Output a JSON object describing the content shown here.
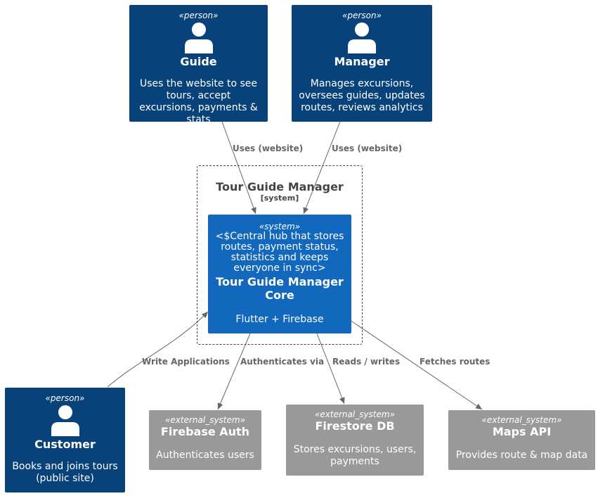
{
  "boundary": {
    "title": "Tour Guide Manager",
    "subtitle": "[system]"
  },
  "persons": [
    {
      "stereotype": "«person»",
      "name": "Guide",
      "description": "Uses the website to see tours, accept excursions, payments & stats"
    },
    {
      "stereotype": "«person»",
      "name": "Manager",
      "description": "Manages excursions, oversees guides, updates routes, reviews analytics"
    },
    {
      "stereotype": "«person»",
      "name": "Customer",
      "description": "Books and joins tours (public site)"
    }
  ],
  "core": {
    "stereotype": "«system»",
    "pre_text": "<$Central hub that stores routes, payment status, statistics and keeps everyone in sync>",
    "name": "Tour Guide Manager Core",
    "technology": "Flutter + Firebase"
  },
  "externals": [
    {
      "stereotype": "«external_system»",
      "name": "Firebase Auth",
      "description": "Authenticates users"
    },
    {
      "stereotype": "«external_system»",
      "name": "Firestore DB",
      "description": "Stores excursions, users, payments"
    },
    {
      "stereotype": "«external_system»",
      "name": "Maps API",
      "description": "Provides route & map data"
    }
  ],
  "edges": [
    {
      "label": "Uses (website)"
    },
    {
      "label": "Uses (website)"
    },
    {
      "label": "Write Applications"
    },
    {
      "label": "Authenticates via"
    },
    {
      "label": "Reads / writes"
    },
    {
      "label": "Fetches routes"
    }
  ],
  "colors": {
    "person": "#08427b",
    "system": "#1168bd",
    "external": "#999999",
    "edge": "#666666"
  }
}
